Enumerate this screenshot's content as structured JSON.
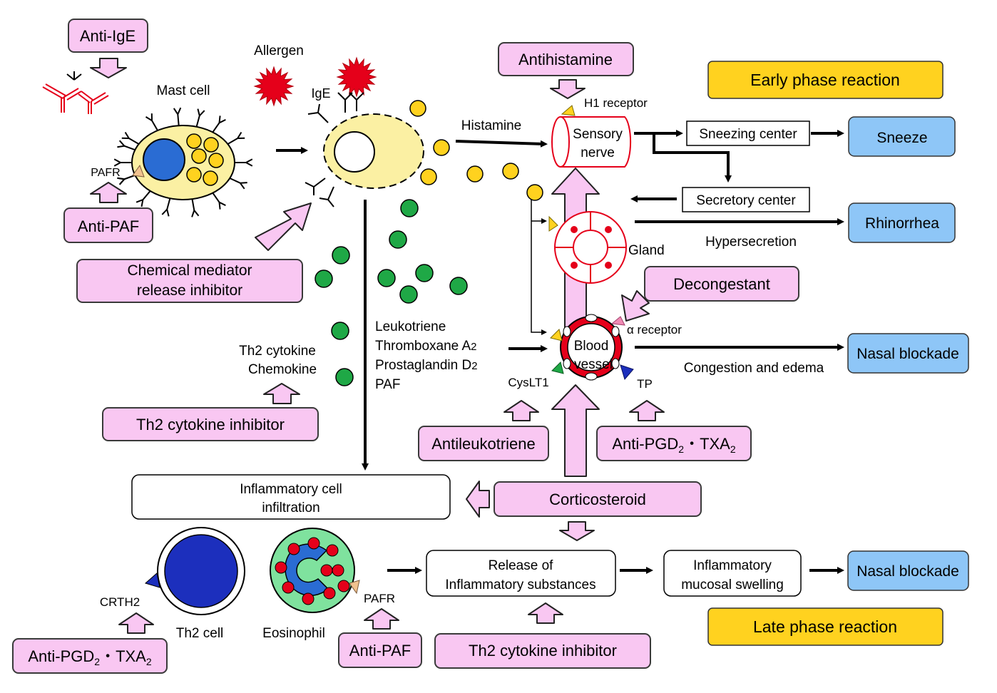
{
  "colors": {
    "drug_fill": "#f9c7f2",
    "drug_stroke": "#3a3a3a",
    "phase_fill": "#ffd21f",
    "symptom_fill": "#8ec6f7",
    "mast_fill": "#fbf0a3",
    "granule": "#ffd21f",
    "green_mediator": "#1fa846",
    "allergen": "#e5001a",
    "nerve_red": "#e5001a",
    "blue_nucleus": "#2a6cd3",
    "th2_nucleus": "#1c2fbd",
    "eosinophil_fill": "#7fe29e"
  },
  "drugs": {
    "anti_ige": "Anti-IgE",
    "anti_paf_top": "Anti-PAF",
    "chem_line1": "Chemical mediator",
    "chem_line2": "release inhibitor",
    "antihistamine": "Antihistamine",
    "decongestant": "Decongestant",
    "th2_inhibitor_left": "Th2 cytokine inhibitor",
    "antileukotriene": "Antileukotriene",
    "anti_pgd_right": {
      "a": "Anti-PGD",
      "b": "2",
      "c": "・TXA",
      "d": "2"
    },
    "corticosteroid": "Corticosteroid",
    "anti_pgd_left": {
      "a": "Anti-PGD",
      "b": "2",
      "c": "・TXA",
      "d": "2"
    },
    "anti_paf_bottom": "Anti-PAF",
    "th2_inhibitor_bottom": "Th2 cytokine inhibitor"
  },
  "labels": {
    "allergen": "Allergen",
    "mast_cell": "Mast cell",
    "ige": "IgE",
    "pafr_top": "PAFR",
    "histamine": "Histamine",
    "h1_receptor": "H1 receptor",
    "sensory_line1": "Sensory",
    "sensory_line2": "nerve",
    "gland": "Gland",
    "hypersecretion": "Hypersecretion",
    "alpha_receptor": "α receptor",
    "blood_line1": "Blood",
    "blood_line2": "vessel",
    "congestion": "Congestion and edema",
    "cyslt1": "CysLT1",
    "tp": "TP",
    "th2_cytokine": "Th2 cytokine",
    "chemokine": "Chemokine",
    "mediators": {
      "leukotriene": "Leukotriene",
      "thromboxane": "Thromboxane A",
      "thromboxane_sub": "2",
      "prostaglandin": "Prostaglandin D",
      "prostaglandin_sub": "2",
      "paf": "PAF"
    },
    "crth2": "CRTH2",
    "th2_cell": "Th2 cell",
    "eosinophil": "Eosinophil",
    "pafr_bottom": "PAFR"
  },
  "boxes": {
    "sneezing_center": "Sneezing center",
    "secretory_center": "Secretory center",
    "infiltration_line1": "Inflammatory cell",
    "infiltration_line2": "infiltration",
    "release_line1": "Release of",
    "release_line2": "Inflammatory substances",
    "swelling_line1": "Inflammatory",
    "swelling_line2": "mucosal swelling"
  },
  "phases": {
    "early": "Early phase reaction",
    "late": "Late phase reaction"
  },
  "symptoms": {
    "sneeze": "Sneeze",
    "rhinorrhea": "Rhinorrhea",
    "nasal_blockade_early": "Nasal blockade",
    "nasal_blockade_late": "Nasal blockade"
  }
}
